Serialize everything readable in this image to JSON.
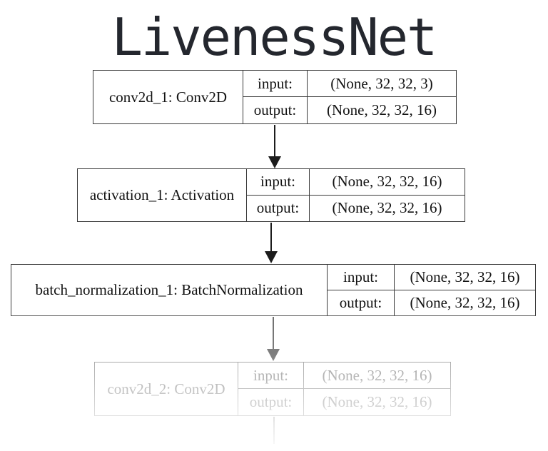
{
  "title": "LivenessNet",
  "diagram": {
    "io_labels": {
      "input": "input:",
      "output": "output:"
    },
    "layers": [
      {
        "name": "conv2d_1: Conv2D",
        "input_shape": "(None, 32, 32, 3)",
        "output_shape": "(None, 32, 32, 16)",
        "faded": false
      },
      {
        "name": "activation_1: Activation",
        "input_shape": "(None, 32, 32, 16)",
        "output_shape": "(None, 32, 32, 16)",
        "faded": false
      },
      {
        "name": "batch_normalization_1: BatchNormalization",
        "input_shape": "(None, 32, 32, 16)",
        "output_shape": "(None, 32, 32, 16)",
        "faded": false
      },
      {
        "name": "conv2d_2: Conv2D",
        "input_shape": "(None, 32, 32, 16)",
        "output_shape": "(None, 32, 32, 16)",
        "faded": true
      }
    ],
    "colors": {
      "background": "#ffffff",
      "title": "#24272e",
      "node_border": "#3a3a3a",
      "node_text": "#121212",
      "arrow": "#1c1c1c",
      "faded_border": "#9b9b9b",
      "faded_text": "#979797",
      "faded_arrow": "#6f6f6f"
    }
  }
}
